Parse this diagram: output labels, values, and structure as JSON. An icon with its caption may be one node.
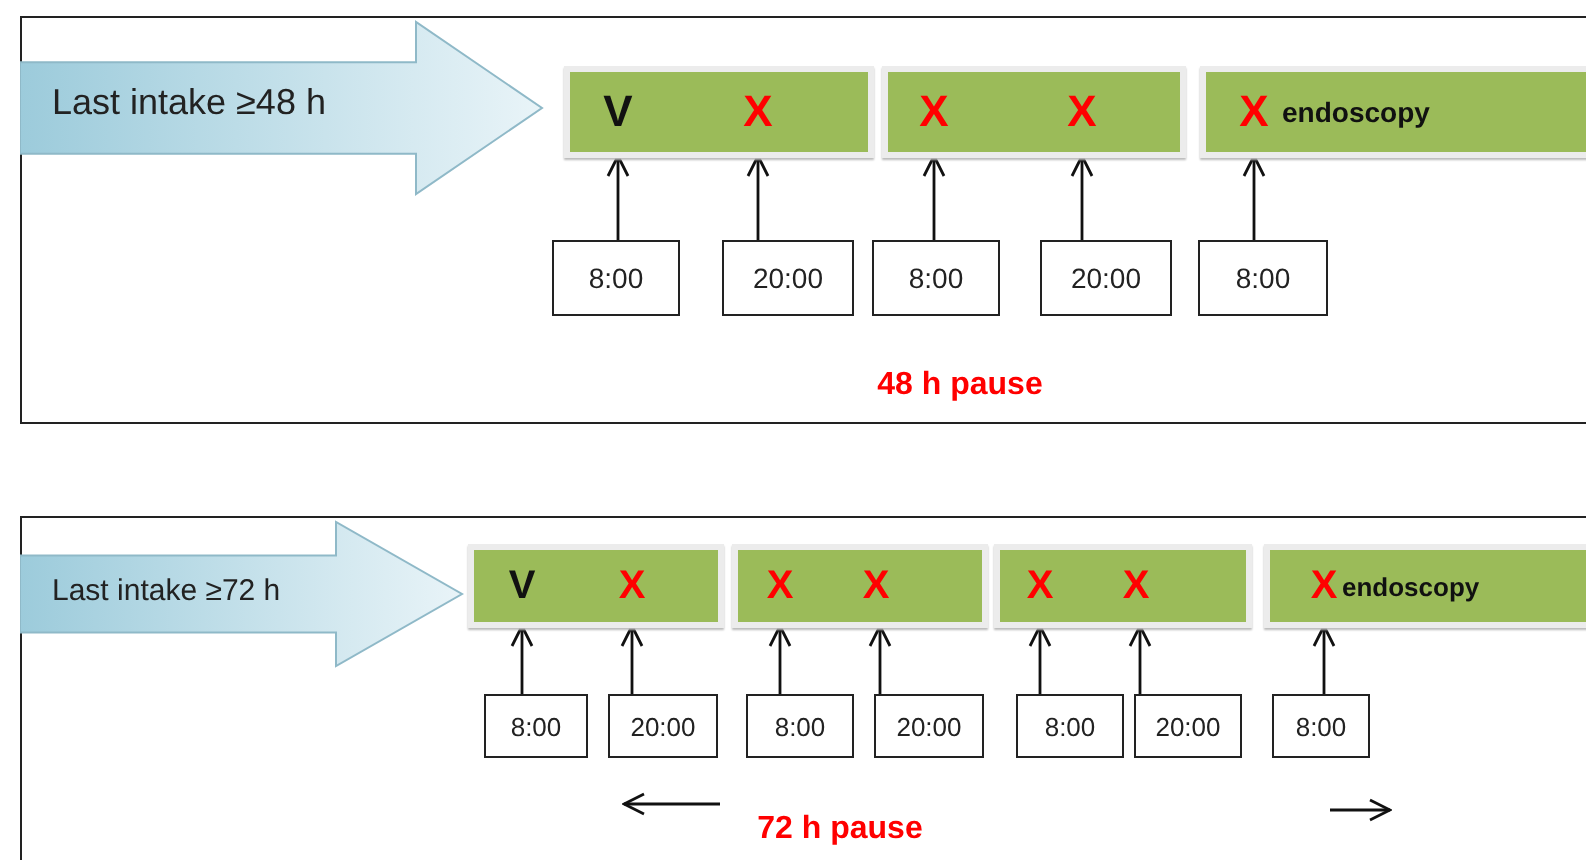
{
  "diagram": {
    "nodes": [
      {
        "text": [
          "Last intake ≥48 h"
        ]
      },
      {
        "text": [],
        "shape": "bar"
      },
      {
        "text": [
          "V"
        ],
        "in": 1
      },
      {
        "text": [
          "X"
        ],
        "in": 1
      },
      {
        "text": [],
        "shape": "bar"
      },
      {
        "text": [
          "X"
        ],
        "in": 4
      },
      {
        "text": [
          "X"
        ],
        "in": 4
      },
      {
        "text": [],
        "shape": "bar"
      },
      {
        "text": [
          "X"
        ],
        "in": 7,
        "beside": [
          "endoscopy"
        ]
      },
      {
        "text": [
          "8:00"
        ]
      },
      {
        "text": [
          "20:00"
        ]
      },
      {
        "text": [
          "8:00"
        ]
      },
      {
        "text": [
          "20:00"
        ]
      },
      {
        "text": [
          "8:00"
        ]
      },
      {
        "text": [
          "Last intake ≥72 h"
        ]
      },
      {
        "text": [],
        "shape": "bar"
      },
      {
        "text": [
          "V"
        ],
        "in": 15
      },
      {
        "text": [
          "X"
        ],
        "in": 15
      },
      {
        "text": [],
        "shape": "bar"
      },
      {
        "text": [
          "X"
        ],
        "in": 18
      },
      {
        "text": [
          "X"
        ],
        "in": 18
      },
      {
        "text": [],
        "shape": "bar"
      },
      {
        "text": [
          "X"
        ],
        "in": 21
      },
      {
        "text": [
          "X"
        ],
        "in": 21
      },
      {
        "text": [],
        "shape": "bar"
      },
      {
        "text": [
          "X"
        ],
        "in": 24,
        "beside": [
          "endoscopy"
        ]
      },
      {
        "text": [
          "8:00"
        ]
      },
      {
        "text": [
          "20:00"
        ]
      },
      {
        "text": [
          "8:00"
        ]
      },
      {
        "text": [
          "20:00"
        ]
      },
      {
        "text": [
          "8:00"
        ]
      },
      {
        "text": [
          "20:00"
        ]
      },
      {
        "text": [
          "8:00"
        ]
      }
    ],
    "edges": [
      {
        "from": 9,
        "to": 2,
        "arrow": "to"
      },
      {
        "from": 10,
        "to": 3,
        "arrow": "to"
      },
      {
        "from": 11,
        "to": 5,
        "arrow": "to"
      },
      {
        "from": 12,
        "to": 6,
        "arrow": "to"
      },
      {
        "from": 13,
        "to": 8,
        "arrow": "to"
      },
      {
        "from": 26,
        "to": 16,
        "arrow": "to"
      },
      {
        "from": 27,
        "to": 17,
        "arrow": "to"
      },
      {
        "from": 28,
        "to": 19,
        "arrow": "to"
      },
      {
        "from": 29,
        "to": 20,
        "arrow": "to"
      },
      {
        "from": 30,
        "to": 22,
        "arrow": "to"
      },
      {
        "from": 31,
        "to": 23,
        "arrow": "to"
      },
      {
        "from": 32,
        "to": 25,
        "arrow": "to"
      }
    ],
    "labels": [
      "48 h pause",
      "72 h pause"
    ]
  }
}
